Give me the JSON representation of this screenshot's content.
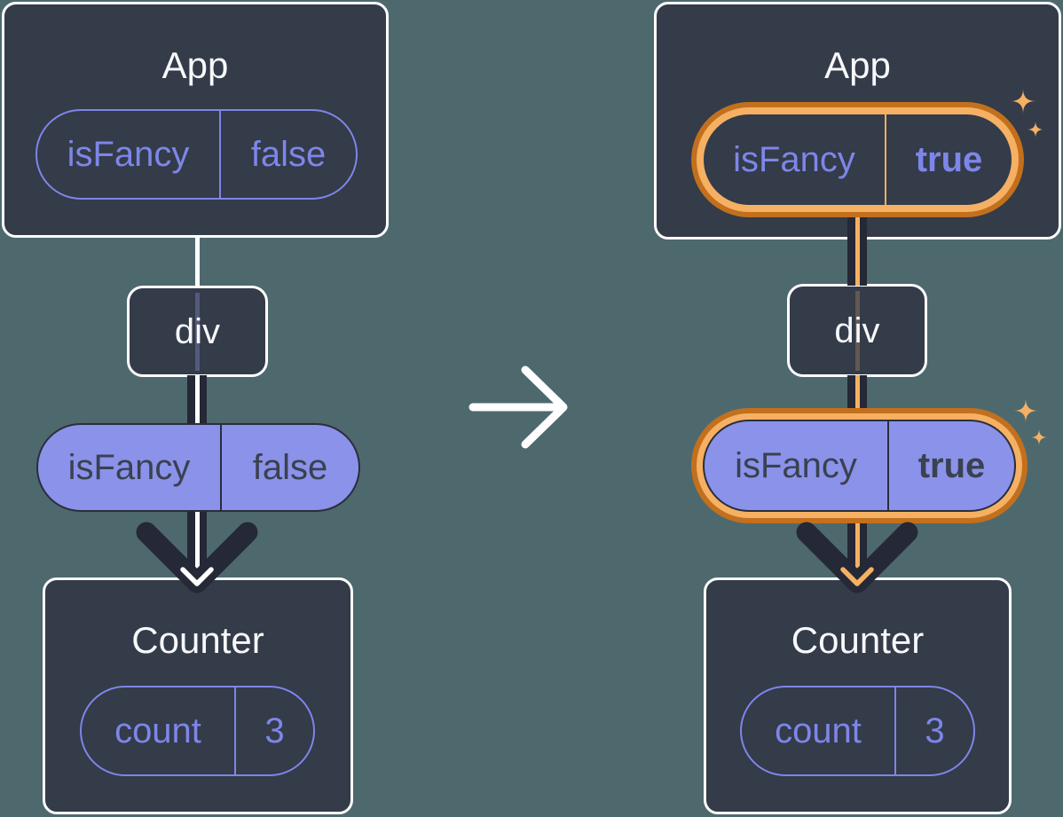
{
  "colors": {
    "background": "#4E696E",
    "box_fill": "#343B49",
    "box_border": "#FFFFFF",
    "purple_accent": "#7D86E8",
    "purple_pill_fill": "#8B92EA",
    "dark_text_on_purple": "#3A4150",
    "arrow_dark": "#252836",
    "highlight_orange_light": "#F5B063",
    "highlight_orange_dark": "#C2701D"
  },
  "icons": {
    "transition_arrow": "right-arrow",
    "sparkle": "four-point-star"
  },
  "before": {
    "app": {
      "title": "App",
      "state_pill": {
        "key": "isFancy",
        "value": "false"
      }
    },
    "div": {
      "label": "div"
    },
    "prop_pill": {
      "key": "isFancy",
      "value": "false"
    },
    "counter": {
      "title": "Counter",
      "state_pill": {
        "key": "count",
        "value": "3"
      }
    }
  },
  "after": {
    "app": {
      "title": "App",
      "state_pill": {
        "key": "isFancy",
        "value": "true"
      }
    },
    "div": {
      "label": "div"
    },
    "prop_pill": {
      "key": "isFancy",
      "value": "true"
    },
    "counter": {
      "title": "Counter",
      "state_pill": {
        "key": "count",
        "value": "3"
      }
    }
  }
}
